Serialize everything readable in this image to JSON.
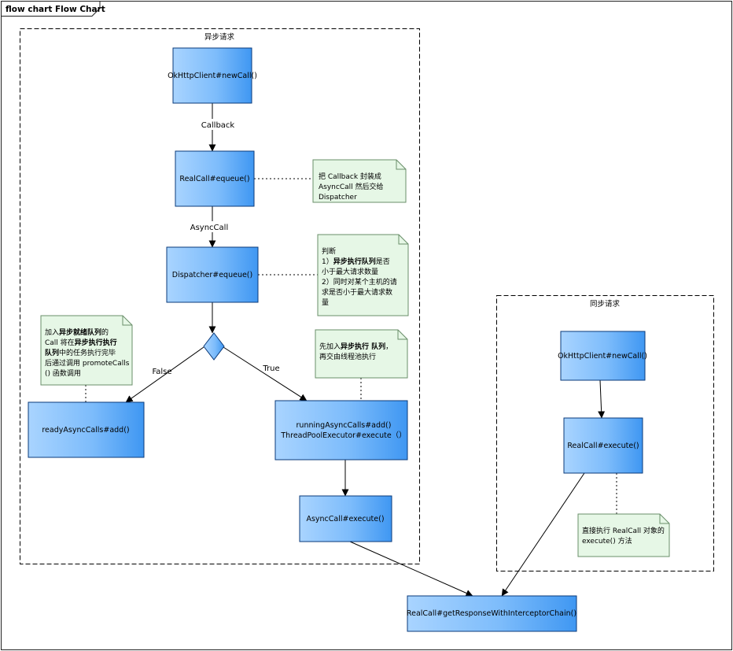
{
  "frame": {
    "title": "flow chart Flow Chart"
  },
  "groups": {
    "async": {
      "title": "异步请求"
    },
    "sync": {
      "title": "同步请求"
    }
  },
  "nodes": {
    "async_new_call": "OkHttpClient#newCall()",
    "realcall_enqueue": "RealCall#equeue()",
    "dispatcher_enqueue": "Dispatcher#equeue()",
    "ready_add": "readyAsyncCalls#add()",
    "running_add": [
      "runningAsyncCalls#add()",
      "ThreadPoolExecutor#execute（）"
    ],
    "asynccall_execute": "AsyncCall#execute()",
    "sync_new_call": "OkHttpClient#newCall()",
    "realcall_execute": "RealCall#execute()",
    "get_response": "RealCall#getResponseWithInterceptorChain()"
  },
  "edge_labels": {
    "callback": "Callback",
    "asynccall": "AsyncCall",
    "false_label": "False",
    "true_label": "True"
  },
  "notes": {
    "wrap_callback": [
      [
        {
          "t": "把 Callback 封装成"
        }
      ],
      [
        {
          "t": "AsyncCall 然后交给"
        }
      ],
      [
        {
          "t": "Dispatcher"
        }
      ]
    ],
    "judge": [
      [
        {
          "t": "判断"
        }
      ],
      [
        {
          "t": "1）"
        },
        {
          "t": "异步执行队列",
          "b": true
        },
        {
          "t": "是否"
        }
      ],
      [
        {
          "t": "小于最大请求数量"
        }
      ],
      [
        {
          "t": "2）同时对某个主机的请"
        }
      ],
      [
        {
          "t": "求是否小于最大请求数"
        }
      ],
      [
        {
          "t": "量"
        }
      ]
    ],
    "ready_queue": [
      [
        {
          "t": "加入"
        },
        {
          "t": "异步就绪队列",
          "b": true
        },
        {
          "t": "的"
        }
      ],
      [
        {
          "t": "Call 将在"
        },
        {
          "t": "异步执行执行",
          "b": true
        }
      ],
      [
        {
          "t": "队列",
          "b": true
        },
        {
          "t": "中的任务执行完毕"
        }
      ],
      [
        {
          "t": "后通过调用 promoteCalls"
        }
      ],
      [
        {
          "t": "() 函数调用"
        }
      ]
    ],
    "running_queue": [
      [
        {
          "t": "先加入"
        },
        {
          "t": "异步执行 队列",
          "b": true
        },
        {
          "t": "，"
        }
      ],
      [
        {
          "t": "再交由线程池执行"
        }
      ]
    ],
    "direct_execute": [
      [
        {
          "t": "直接执行 RealCall 对象的"
        }
      ],
      [
        {
          "t": "execute() 方法"
        }
      ]
    ]
  },
  "colors": {
    "box_light": "#a9d4ff",
    "box_dark": "#3f97f2",
    "box_border": "#0a3a7a",
    "note_fill": "#e6f7e6",
    "note_border": "#6a8f6a",
    "line": "#000000"
  }
}
